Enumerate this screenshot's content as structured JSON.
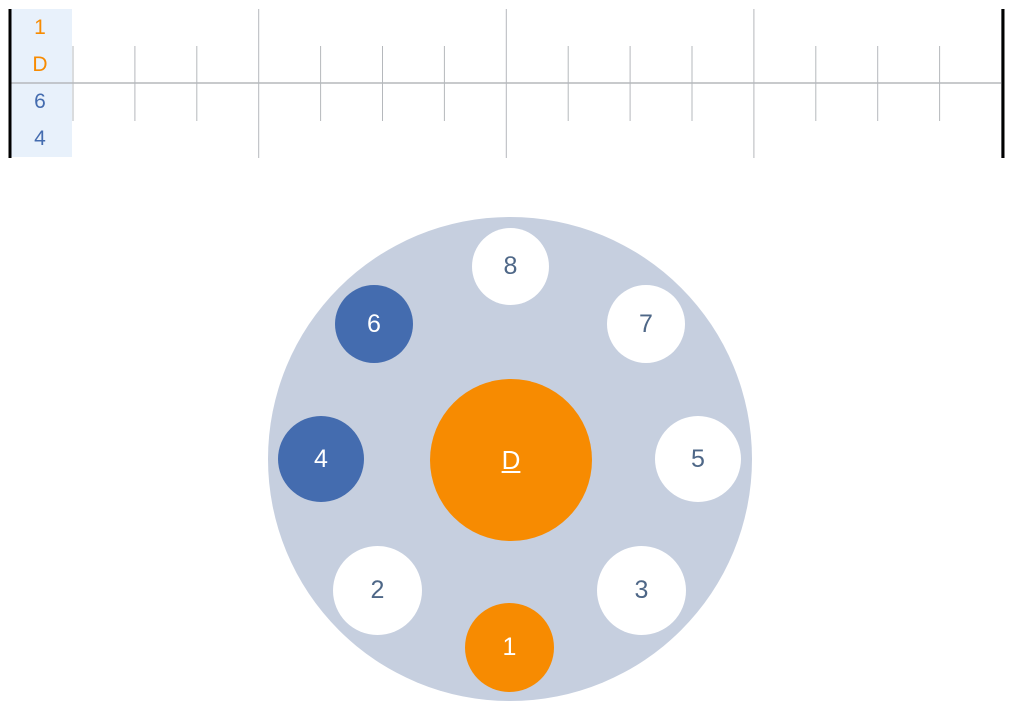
{
  "colors": {
    "root": "#f78b01",
    "active": "#446caf",
    "idle": "#ffffff",
    "idle_text": "#4e6787",
    "wheel": "#c6cfdf",
    "track_bg": "#e8f1fb",
    "grid_line": "#b5b8bc",
    "bar_line": "#000000"
  },
  "timeline": {
    "tracks": [
      {
        "label": "1",
        "color": "#f78b01"
      },
      {
        "label": "D",
        "color": "#f78b01"
      },
      {
        "label": "6",
        "color": "#446caf"
      },
      {
        "label": "4",
        "color": "#446caf"
      }
    ]
  },
  "wheel": {
    "center": {
      "label": "D",
      "state": "root"
    },
    "pads": [
      {
        "label": "8",
        "state": "idle"
      },
      {
        "label": "7",
        "state": "idle"
      },
      {
        "label": "6",
        "state": "active"
      },
      {
        "label": "4",
        "state": "active"
      },
      {
        "label": "5",
        "state": "idle"
      },
      {
        "label": "2",
        "state": "idle"
      },
      {
        "label": "3",
        "state": "idle"
      },
      {
        "label": "1",
        "state": "root"
      }
    ]
  }
}
